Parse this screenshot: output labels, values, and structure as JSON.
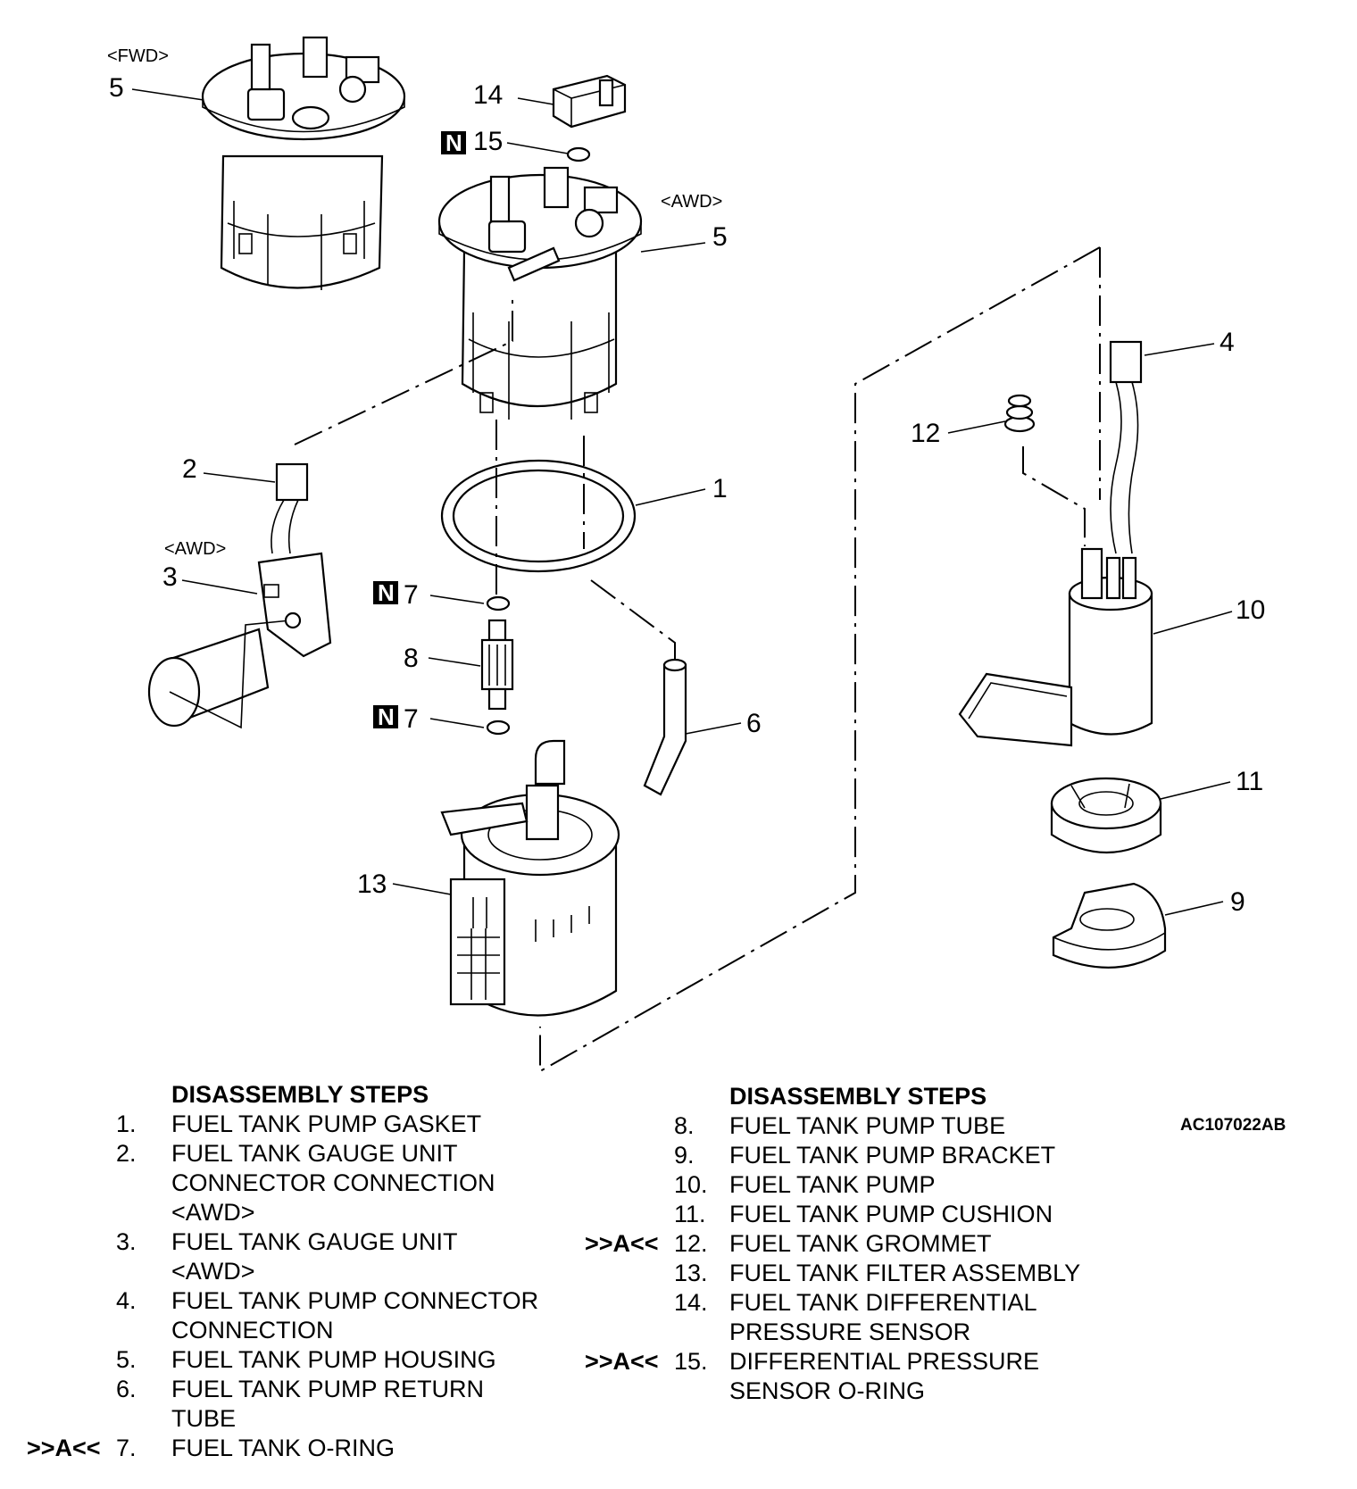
{
  "diagram": {
    "variant_fwd": "<FWD>",
    "variant_awd": "<AWD>",
    "n_marker": "N",
    "callouts": [
      "1",
      "2",
      "3",
      "4",
      "5",
      "5",
      "6",
      "7",
      "7",
      "8",
      "9",
      "10",
      "11",
      "12",
      "13",
      "14",
      "15"
    ]
  },
  "steps_left": {
    "heading": "DISASSEMBLY STEPS",
    "items": [
      {
        "ref": "",
        "num": "1.",
        "label": "FUEL TANK PUMP GASKET"
      },
      {
        "ref": "",
        "num": "2.",
        "label": "FUEL TANK GAUGE UNIT\nCONNECTOR CONNECTION\n<AWD>"
      },
      {
        "ref": "",
        "num": "3.",
        "label": "FUEL TANK GAUGE UNIT\n<AWD>"
      },
      {
        "ref": "",
        "num": "4.",
        "label": "FUEL TANK PUMP CONNECTOR\nCONNECTION"
      },
      {
        "ref": "",
        "num": "5.",
        "label": "FUEL TANK PUMP HOUSING"
      },
      {
        "ref": "",
        "num": "6.",
        "label": "FUEL TANK PUMP RETURN\nTUBE"
      },
      {
        "ref": ">>A<<",
        "num": "7.",
        "label": "FUEL TANK O-RING"
      }
    ]
  },
  "steps_right": {
    "heading": "DISASSEMBLY STEPS",
    "items": [
      {
        "ref": "",
        "num": "8.",
        "label": "FUEL TANK PUMP TUBE"
      },
      {
        "ref": "",
        "num": "9.",
        "label": "FUEL TANK PUMP BRACKET"
      },
      {
        "ref": "",
        "num": "10.",
        "label": "FUEL TANK PUMP"
      },
      {
        "ref": "",
        "num": "11.",
        "label": "FUEL TANK PUMP CUSHION"
      },
      {
        "ref": ">>A<<",
        "num": "12.",
        "label": "FUEL TANK GROMMET"
      },
      {
        "ref": "",
        "num": "13.",
        "label": "FUEL TANK FILTER ASSEMBLY"
      },
      {
        "ref": "",
        "num": "14.",
        "label": "FUEL TANK DIFFERENTIAL\nPRESSURE SENSOR"
      },
      {
        "ref": ">>A<<",
        "num": "15.",
        "label": "DIFFERENTIAL PRESSURE\nSENSOR O-RING"
      }
    ]
  },
  "figure_code": "AC107022AB"
}
